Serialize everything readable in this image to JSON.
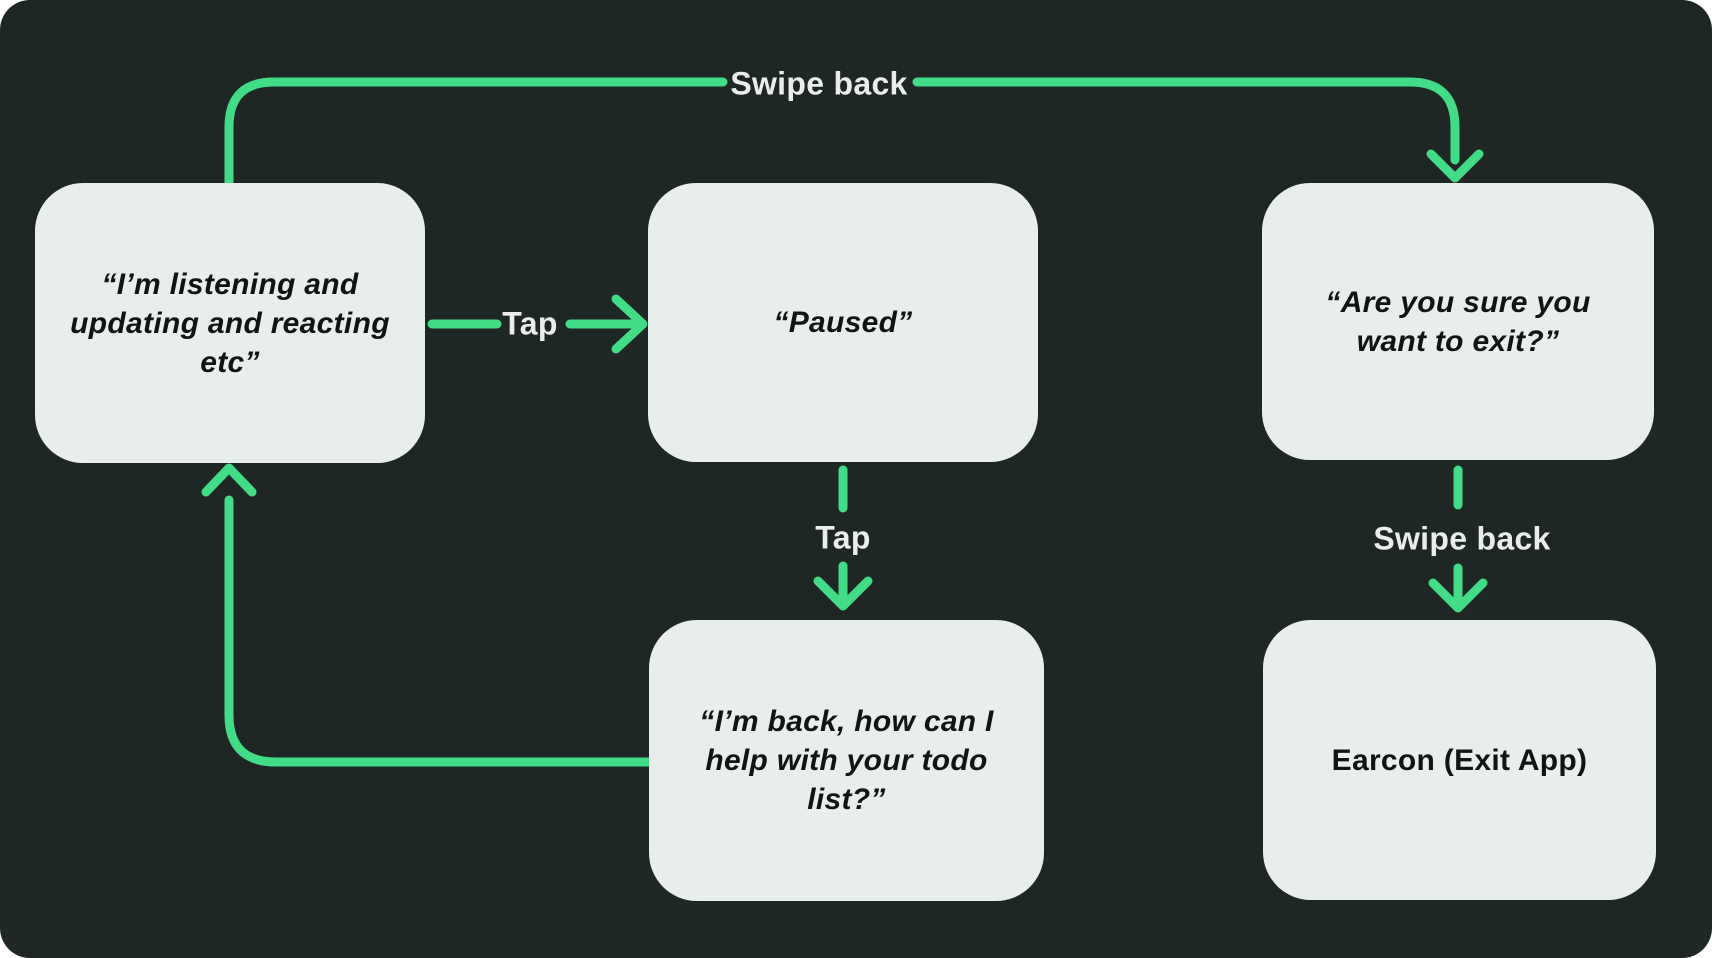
{
  "colors": {
    "page_background": "#ffffff",
    "canvas_background": "#1F2725",
    "node_fill": "#E8EEEB",
    "node_text": "#0F1513",
    "connector_green": "#42DC87",
    "label_text": "#E9EEEC"
  },
  "nodes": [
    {
      "id": "listening",
      "text": "“I’m listening and\nupdating and reacting\netc”"
    },
    {
      "id": "paused",
      "text": "“Paused”"
    },
    {
      "id": "exit-confirm",
      "text": "“Are you sure you\nwant to exit?”"
    },
    {
      "id": "back",
      "text": "“I’m back, how can I\nhelp with your todo\nlist?”"
    },
    {
      "id": "earcon",
      "text": "Earcon (Exit App)"
    }
  ],
  "labels": {
    "swipe_back_top": "Swipe back",
    "tap_horizontal": "Tap",
    "tap_vertical": "Tap",
    "swipe_back_right": "Swipe back"
  }
}
